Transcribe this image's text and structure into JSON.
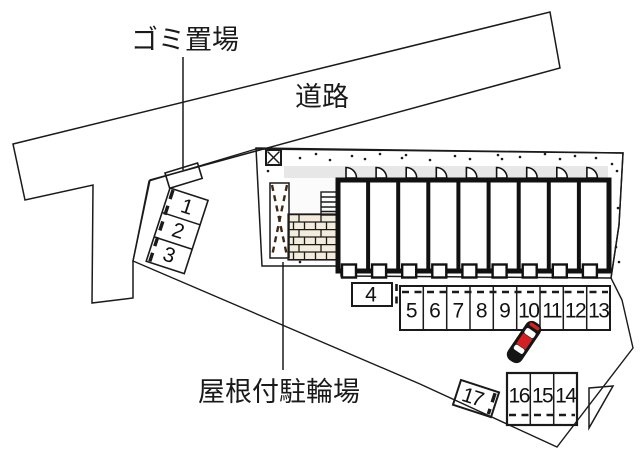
{
  "labels": {
    "garbage_area": "ゴミ置場",
    "road": "道路",
    "covered_bicycle_parking": "屋根付駐輪場"
  },
  "parking_spaces": [
    "1",
    "2",
    "3",
    "4",
    "5",
    "6",
    "7",
    "8",
    "9",
    "10",
    "11",
    "12",
    "13",
    "14",
    "15",
    "16",
    "17"
  ],
  "colors": {
    "road": "#b4b4b4",
    "site": "#eaeaea",
    "building": "#f6e7d1",
    "stair_block": "#f3ecdd",
    "bike_shed": "#a8876b",
    "shed_cross": "#3f2a16",
    "symbol_box": "#e3cf9e",
    "car_body": "#151515",
    "car_accent": "#d42020",
    "space_fill": "#e7e7e7",
    "garbage_fill": "#ffffff"
  }
}
